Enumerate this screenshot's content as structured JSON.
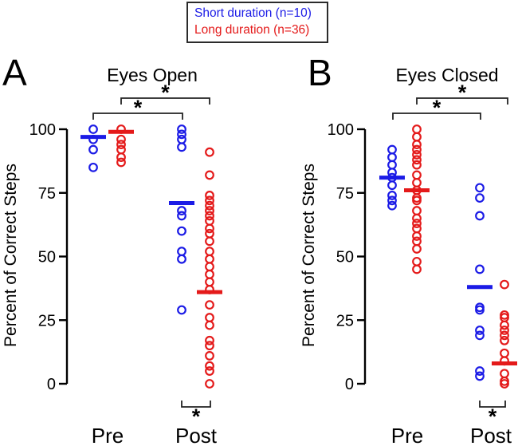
{
  "legend": {
    "items": [
      {
        "label": "Short duration (n=10)",
        "color": "#1b1be6"
      },
      {
        "label": "Long duration (n=36)",
        "color": "#e41a1a"
      }
    ]
  },
  "chart_data": [
    {
      "type": "scatter",
      "panel_label": "A",
      "title": "Eyes Open",
      "ylabel": "Percent of Correct Steps",
      "categories": [
        "Pre",
        "Post"
      ],
      "ylim": [
        0,
        100
      ],
      "yticks": [
        0,
        25,
        50,
        75,
        100
      ],
      "grid": false,
      "series": [
        {
          "name": "Short duration (n=10)",
          "color": "#1b1be6",
          "pre": [
            100,
            96,
            92,
            85
          ],
          "post": [
            100,
            98,
            96,
            93,
            68,
            66,
            60,
            52,
            49,
            29
          ],
          "mean_pre": 97,
          "mean_post": 71
        },
        {
          "name": "Long duration (n=36)",
          "color": "#e41a1a",
          "pre": [
            100,
            96,
            94,
            92,
            89,
            87
          ],
          "post": [
            91,
            82,
            74,
            72,
            70,
            68,
            66,
            64,
            61,
            59,
            56,
            52,
            49,
            46,
            43,
            40,
            37,
            31,
            26,
            23,
            17,
            15,
            11,
            7,
            5,
            0
          ],
          "mean_pre": 99,
          "mean_post": 36
        }
      ],
      "significance": [
        {
          "pair": "Pre vs Post, short duration",
          "position": "top-inner",
          "label": "*"
        },
        {
          "pair": "Pre vs Post, long duration",
          "position": "top-outer",
          "label": "*"
        },
        {
          "pair": "Post short vs Post long",
          "position": "bottom",
          "label": "*"
        }
      ]
    },
    {
      "type": "scatter",
      "panel_label": "B",
      "title": "Eyes Closed",
      "ylabel": "Percent of Correct Steps",
      "categories": [
        "Pre",
        "Post"
      ],
      "ylim": [
        0,
        100
      ],
      "yticks": [
        0,
        25,
        50,
        75,
        100
      ],
      "grid": false,
      "series": [
        {
          "name": "Short duration (n=10)",
          "color": "#1b1be6",
          "pre": [
            92,
            89,
            86,
            83,
            81,
            78,
            74,
            72,
            70
          ],
          "post": [
            77,
            73,
            66,
            45,
            30,
            29,
            21,
            19,
            5,
            3
          ],
          "mean_pre": 81,
          "mean_post": 38
        },
        {
          "name": "Long duration (n=36)",
          "color": "#e41a1a",
          "pre": [
            100,
            97,
            94,
            92,
            90,
            88,
            86,
            82,
            79,
            76,
            73,
            72,
            68,
            65,
            63,
            61,
            58,
            56,
            53,
            48,
            45
          ],
          "post": [
            39,
            27,
            26,
            23,
            21,
            19,
            17,
            12,
            9,
            4,
            1,
            0
          ],
          "mean_pre": 76,
          "mean_post": 8
        }
      ],
      "significance": [
        {
          "pair": "Pre vs Post, short duration",
          "position": "top-inner",
          "label": "*"
        },
        {
          "pair": "Pre vs Post, long duration",
          "position": "top-outer",
          "label": "*"
        },
        {
          "pair": "Post short vs Post long",
          "position": "bottom",
          "label": "*"
        }
      ]
    }
  ]
}
